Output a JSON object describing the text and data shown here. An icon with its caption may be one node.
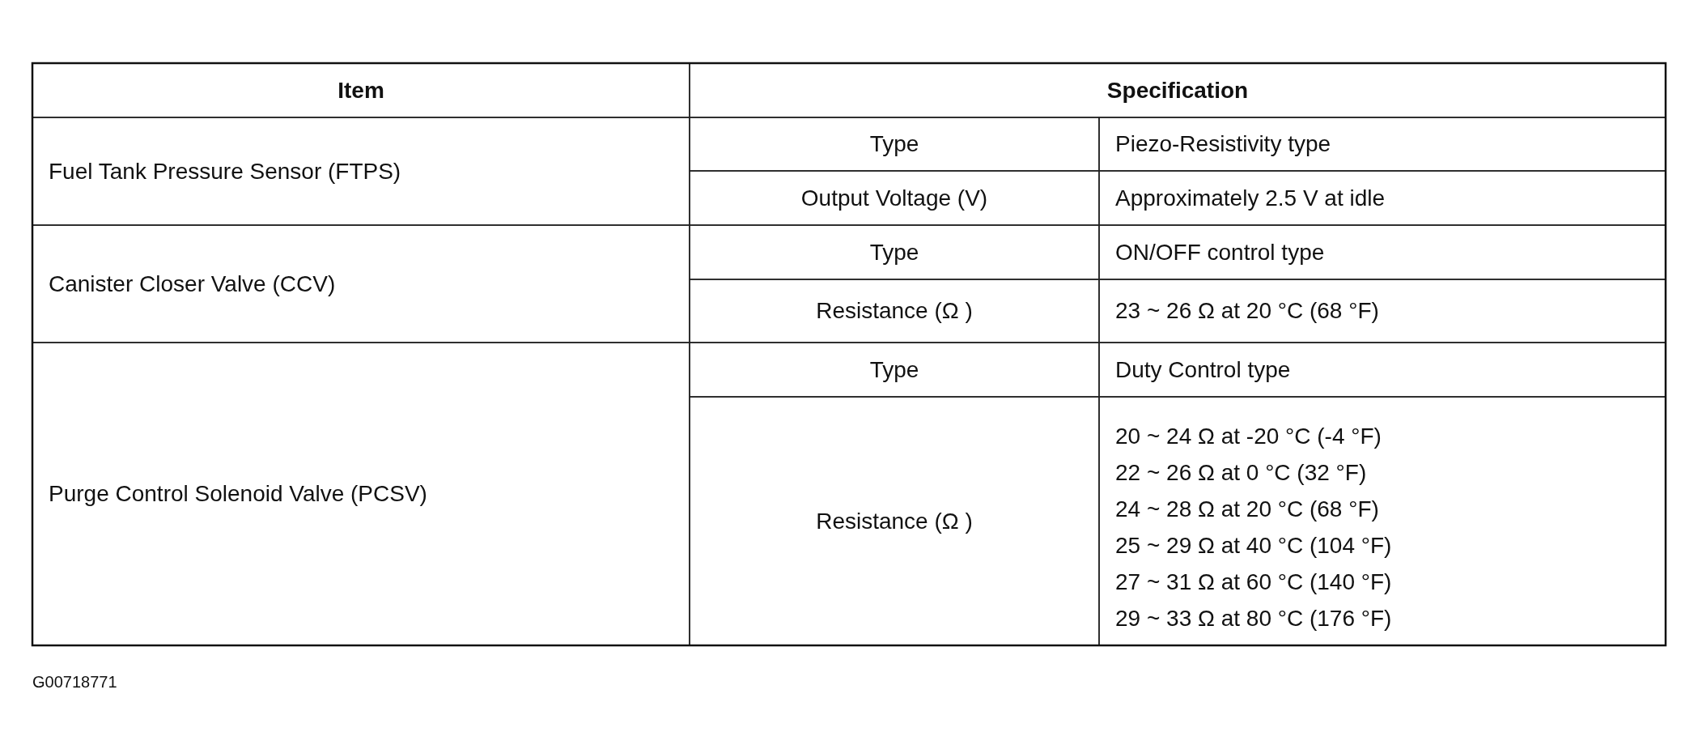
{
  "diagram": {
    "labels": [
      "Item",
      "Specification",
      "Fuel Tank Pressure Sensor (FTPS)",
      "Type",
      "Piezo-Resistivity type",
      "Output Voltage (V)",
      "Approximately 2.5 V at idle",
      "Canister Closer Valve (CCV)",
      "Type",
      "ON/OFF control type",
      "Resistance (Ω )",
      "23 ~ 26 Ω  at 20 °C (68 °F)",
      "Purge Control Solenoid Valve (PCSV)",
      "Type",
      "Duty Control type",
      "Resistance (Ω )",
      "20 ~ 24 Ω  at -20 °C (-4 °F)",
      "22 ~ 26 Ω  at 0 °C (32 °F)",
      "24 ~ 28 Ω  at 20 °C (68 °F)",
      "25 ~ 29 Ω  at 40 °C (104 °F)",
      "27 ~ 31 Ω  at 60 °C (140 °F)",
      "29 ~ 33 Ω  at 80 °C (176 °F)",
      "G00718771"
    ]
  }
}
